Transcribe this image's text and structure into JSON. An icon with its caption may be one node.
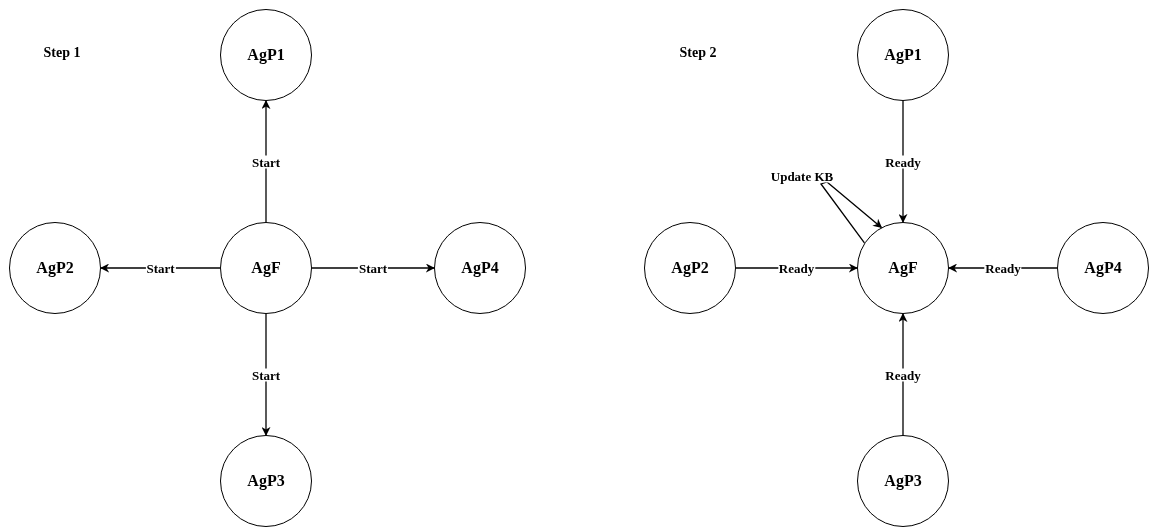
{
  "diagram": {
    "nodes": [
      {
        "text": [
          "AgP1"
        ]
      },
      {
        "text": [
          "AgP2"
        ]
      },
      {
        "text": [
          "AgF"
        ]
      },
      {
        "text": [
          "AgP4"
        ]
      },
      {
        "text": [
          "AgP3"
        ]
      },
      {
        "text": [
          "AgP1"
        ]
      },
      {
        "text": [
          "AgP2"
        ]
      },
      {
        "text": [
          "AgF"
        ]
      },
      {
        "text": [
          "AgP4"
        ]
      },
      {
        "text": [
          "AgP3"
        ]
      }
    ],
    "edges": [
      {
        "from": 2,
        "to": 0,
        "arrow": "to",
        "label": "Start"
      },
      {
        "from": 2,
        "to": 1,
        "arrow": "to",
        "label": "Start"
      },
      {
        "from": 2,
        "to": 3,
        "arrow": "to",
        "label": "Start"
      },
      {
        "from": 2,
        "to": 4,
        "arrow": "to",
        "label": "Start"
      },
      {
        "from": 5,
        "to": 7,
        "arrow": "to",
        "label": "Ready"
      },
      {
        "from": 7,
        "to": 7,
        "arrow": "to",
        "label": "Update KB"
      },
      {
        "from": 6,
        "to": 7,
        "arrow": "to",
        "label": "Ready"
      },
      {
        "from": 8,
        "to": 7,
        "arrow": "to",
        "label": "Ready"
      },
      {
        "from": 9,
        "to": 7,
        "arrow": "to",
        "label": "Ready"
      }
    ],
    "labels": [
      "Step 1",
      "Step 2"
    ]
  }
}
